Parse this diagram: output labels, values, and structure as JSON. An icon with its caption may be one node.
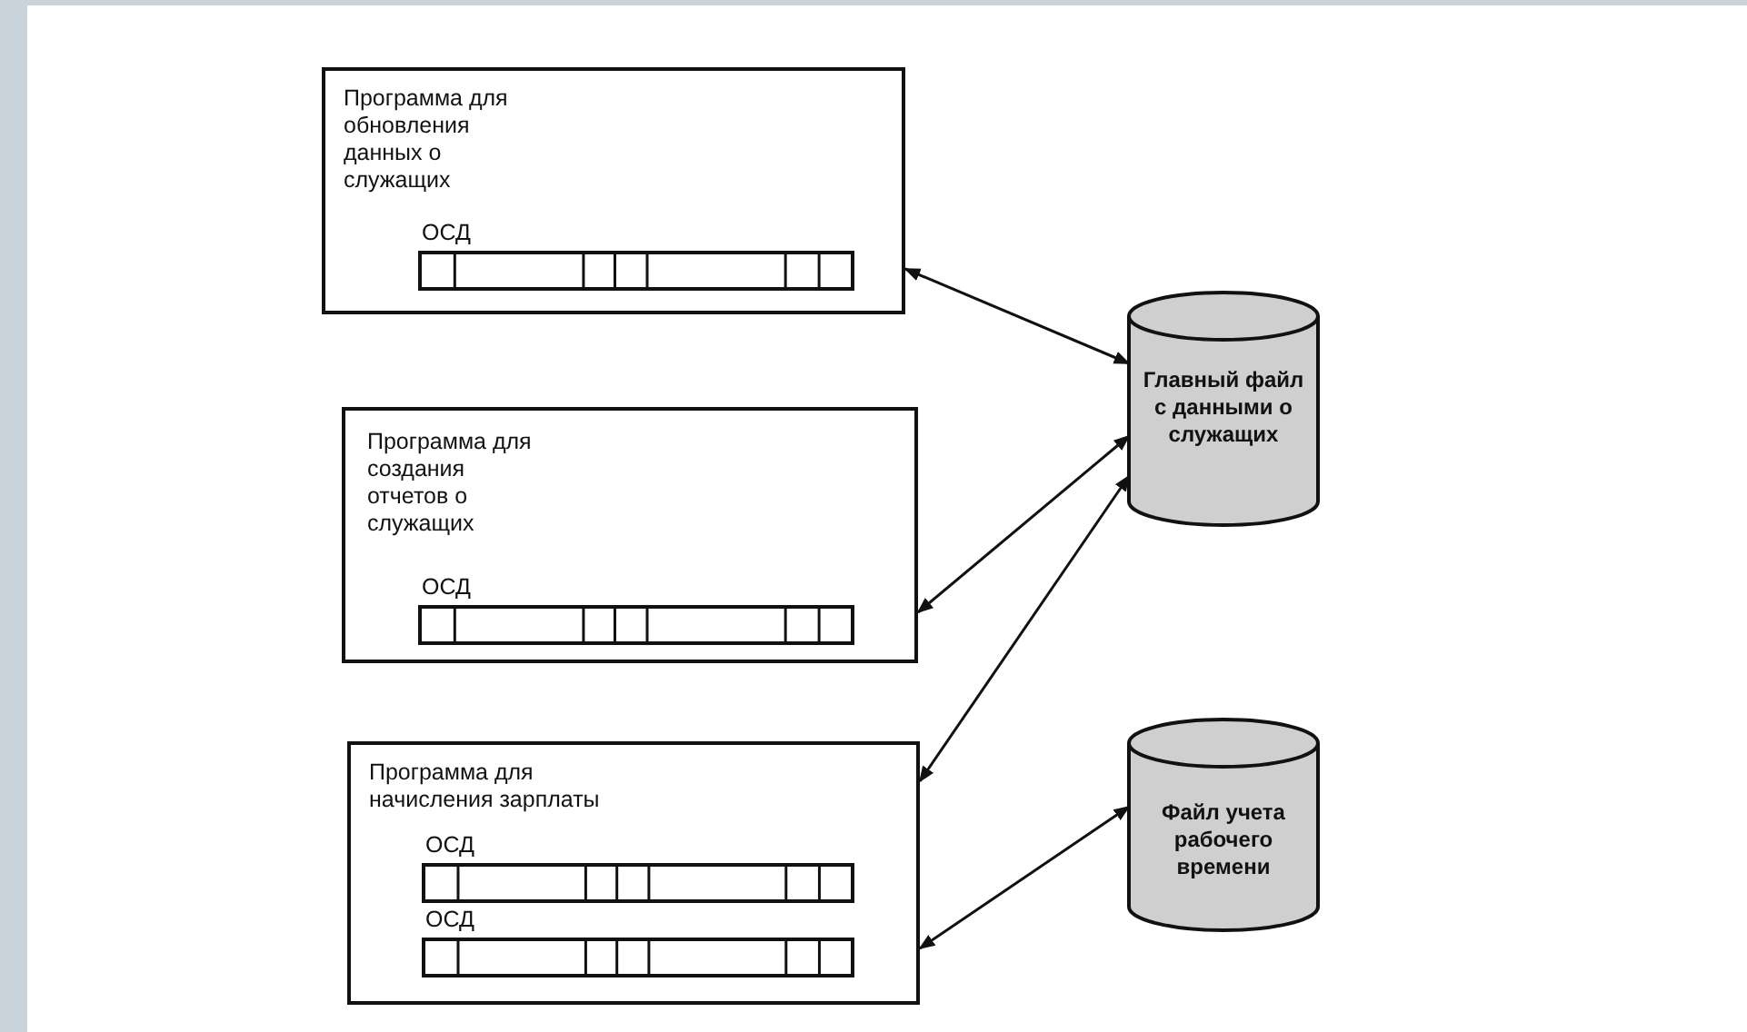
{
  "diagram": {
    "nodes": [
      {
        "text": [
          "Программа для обновления данных о служащих",
          "ОСД"
        ]
      },
      {
        "text": [
          "Программа для создания отчетов о служащих",
          "ОСД"
        ]
      },
      {
        "text": [
          "Программа для начисления зарплаты",
          "ОСД",
          "ОСД"
        ]
      },
      {
        "text": [
          "Главный файл с данными о служащих"
        ]
      },
      {
        "text": [
          "Файл учета рабочего времени"
        ]
      }
    ],
    "edges": [
      {
        "from": 0,
        "to": 3,
        "arrow": "both"
      },
      {
        "from": 1,
        "to": 3,
        "arrow": "both"
      },
      {
        "from": 2,
        "to": 3,
        "arrow": "both"
      },
      {
        "from": 2,
        "to": 4,
        "arrow": "both"
      }
    ]
  }
}
